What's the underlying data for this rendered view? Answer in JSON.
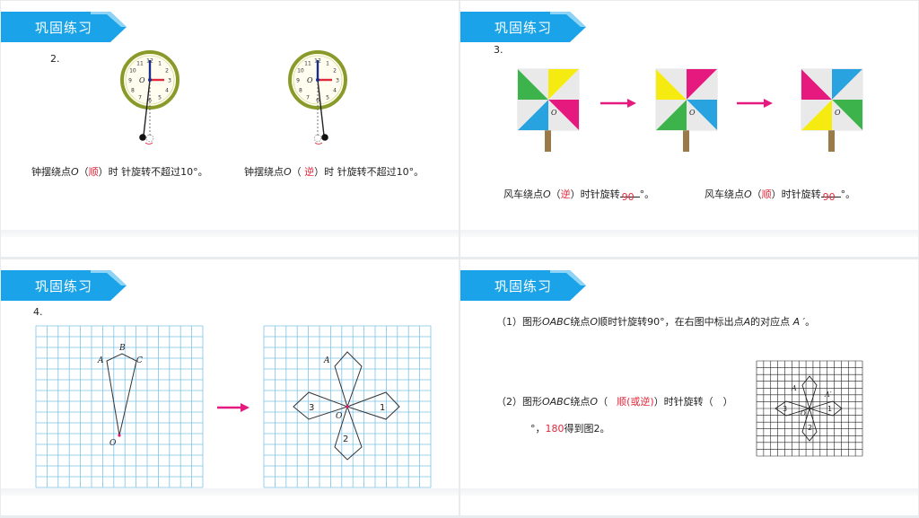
{
  "header_title": "巩固练习",
  "slide1": {
    "number": "2.",
    "caption1": {
      "prefix": "钟摆绕点",
      "o": "O",
      "open": "（",
      "answer": "顺",
      "close": "）时 针旋转不超过10°。"
    },
    "caption2": {
      "prefix": "钟摆绕点",
      "o": "O",
      "open": "（ ",
      "answer": "逆",
      "close": "）时 针旋转不超过10°。"
    },
    "clock_label": "O",
    "clock_numbers": [
      "12",
      "1",
      "2",
      "3",
      "4",
      "5",
      "6",
      "7",
      "8",
      "9",
      "10",
      "11"
    ]
  },
  "slide2": {
    "number": "3.",
    "caption1": {
      "prefix": "风车绕点",
      "o": "O",
      "open": "（",
      "answer": "逆",
      "mid": "）时针旋转",
      "value": "90",
      "end": "°。"
    },
    "caption2": {
      "prefix": "风车绕点",
      "o": "O",
      "open": "（",
      "answer": "顺",
      "mid": "）时针旋转",
      "value": "90",
      "end": "°。"
    },
    "center_label": "O",
    "colors": {
      "green": "#3cb44b",
      "yellow": "#f5eb10",
      "blue": "#29a3e0",
      "magenta": "#e6197f",
      "stick": "#9b7a4a",
      "arrow": "#e6197f"
    }
  },
  "slide3": {
    "number": "4.",
    "labels_left": {
      "A": "A",
      "B": "B",
      "C": "C",
      "O": "O"
    },
    "labels_right": {
      "A": "A",
      "O": "O",
      "n1": "1",
      "n2": "2",
      "n3": "3"
    },
    "grid_color": "#7ec3e6"
  },
  "slide4": {
    "q1": {
      "prefix": "（1）图形",
      "shape": "OABC",
      "mid1": "绕点",
      "o": "O",
      "mid2": "顺时针旋转90°，在右图中标出点",
      "a": "A",
      "end": "的对应点 ",
      "ap": "A ′",
      "tail": "。"
    },
    "q2": {
      "prefix": "（2）图形",
      "shape": "OABC",
      "mid": "绕点",
      "o": "O",
      "open": "（",
      "answer": "顺(或逆)",
      "close": "）时针旋转（　）",
      "line2_start": "°，",
      "line2_red": "180",
      "line2_end": "得到图2。"
    },
    "fig_labels": {
      "A": "A",
      "Ap": "A′",
      "n1": "1",
      "n2": "2",
      "n3": "3",
      "O": "O"
    }
  }
}
